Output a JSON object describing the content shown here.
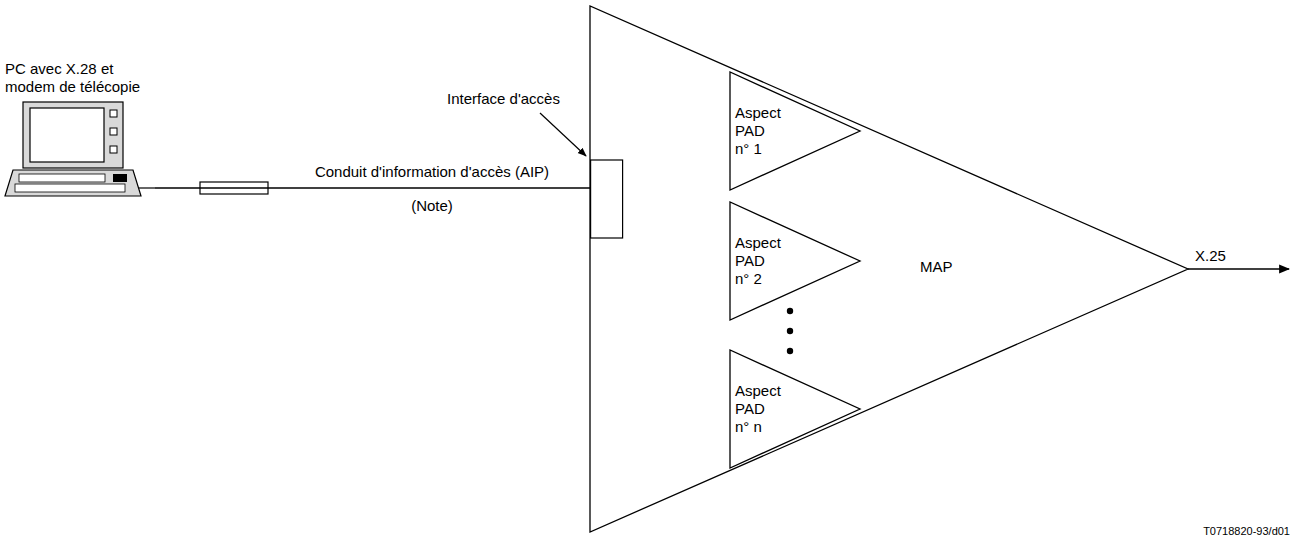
{
  "diagram": {
    "nodes": [
      {
        "text": [
          "PC avec X.28 et modem de télécopie"
        ]
      },
      {
        "text": [
          "MAP"
        ]
      },
      {
        "text": [
          "Aspect PAD n° 1"
        ],
        "in": 1
      },
      {
        "text": [
          "Aspect PAD n° 2"
        ],
        "in": 1
      },
      {
        "text": [
          "Aspect PAD n° n"
        ],
        "in": 1
      }
    ],
    "edges": [
      {
        "from": 0,
        "to": 1,
        "arrow": "none",
        "label": "Conduit d'information d'accès (AIP)"
      }
    ],
    "labels": [
      "Interface d'accès",
      "(Note)",
      "X.25",
      "T0718820-93/d01"
    ]
  }
}
